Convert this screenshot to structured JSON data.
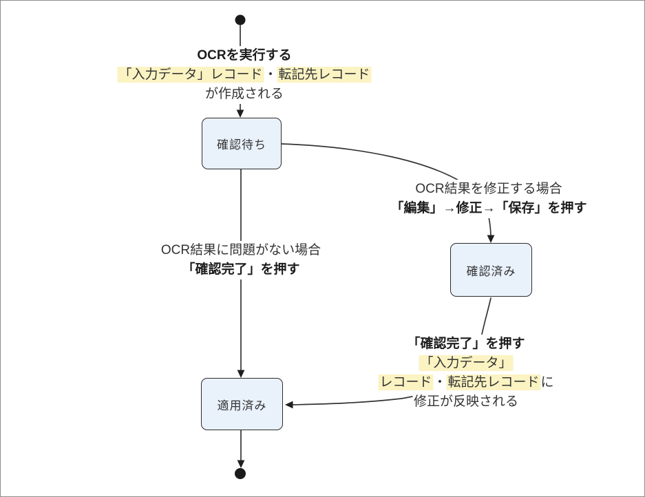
{
  "diagram": {
    "type": "state-diagram",
    "colors": {
      "node_fill": "#e9f1fb",
      "node_border": "#2b2b2b",
      "edge": "#333333",
      "text": "#333333",
      "highlight": "#fbf3c2",
      "frame_border": "#8c8c8c",
      "terminal_dot": "#1a1a1a"
    },
    "nodes": {
      "pending": {
        "label": "確認待ち"
      },
      "confirmed": {
        "label": "確認済み"
      },
      "applied": {
        "label": "適用済み"
      }
    },
    "edges": [
      {
        "from": "start",
        "to": "pending",
        "label": "create"
      },
      {
        "from": "pending",
        "to": "applied",
        "label": "confirm_ok"
      },
      {
        "from": "pending",
        "to": "confirmed",
        "label": "edit"
      },
      {
        "from": "confirmed",
        "to": "applied",
        "label": "apply_fix"
      },
      {
        "from": "applied",
        "to": "end",
        "label": ""
      }
    ],
    "edge_labels": {
      "create": {
        "line1": "OCRを実行する",
        "line2_hl1": "「入力データ」レコード",
        "line2_sep": "・",
        "line2_hl2": "転記先レコード",
        "line3": "が作成される"
      },
      "edit": {
        "line1": "OCR結果を修正する場合",
        "line2": "「編集」→修正→「保存」を押す"
      },
      "confirm_ok": {
        "line1": "OCR結果に問題がない場合",
        "line2": "「確認完了」を押す"
      },
      "apply_fix": {
        "line1": "「確認完了」を押す",
        "line2_hl": "「入力データ」",
        "line3_hl1": "レコード",
        "line3_sep": "・",
        "line3_hl2": "転記先レコード",
        "line3_tail": "に",
        "line4": "修正が反映される"
      }
    }
  }
}
